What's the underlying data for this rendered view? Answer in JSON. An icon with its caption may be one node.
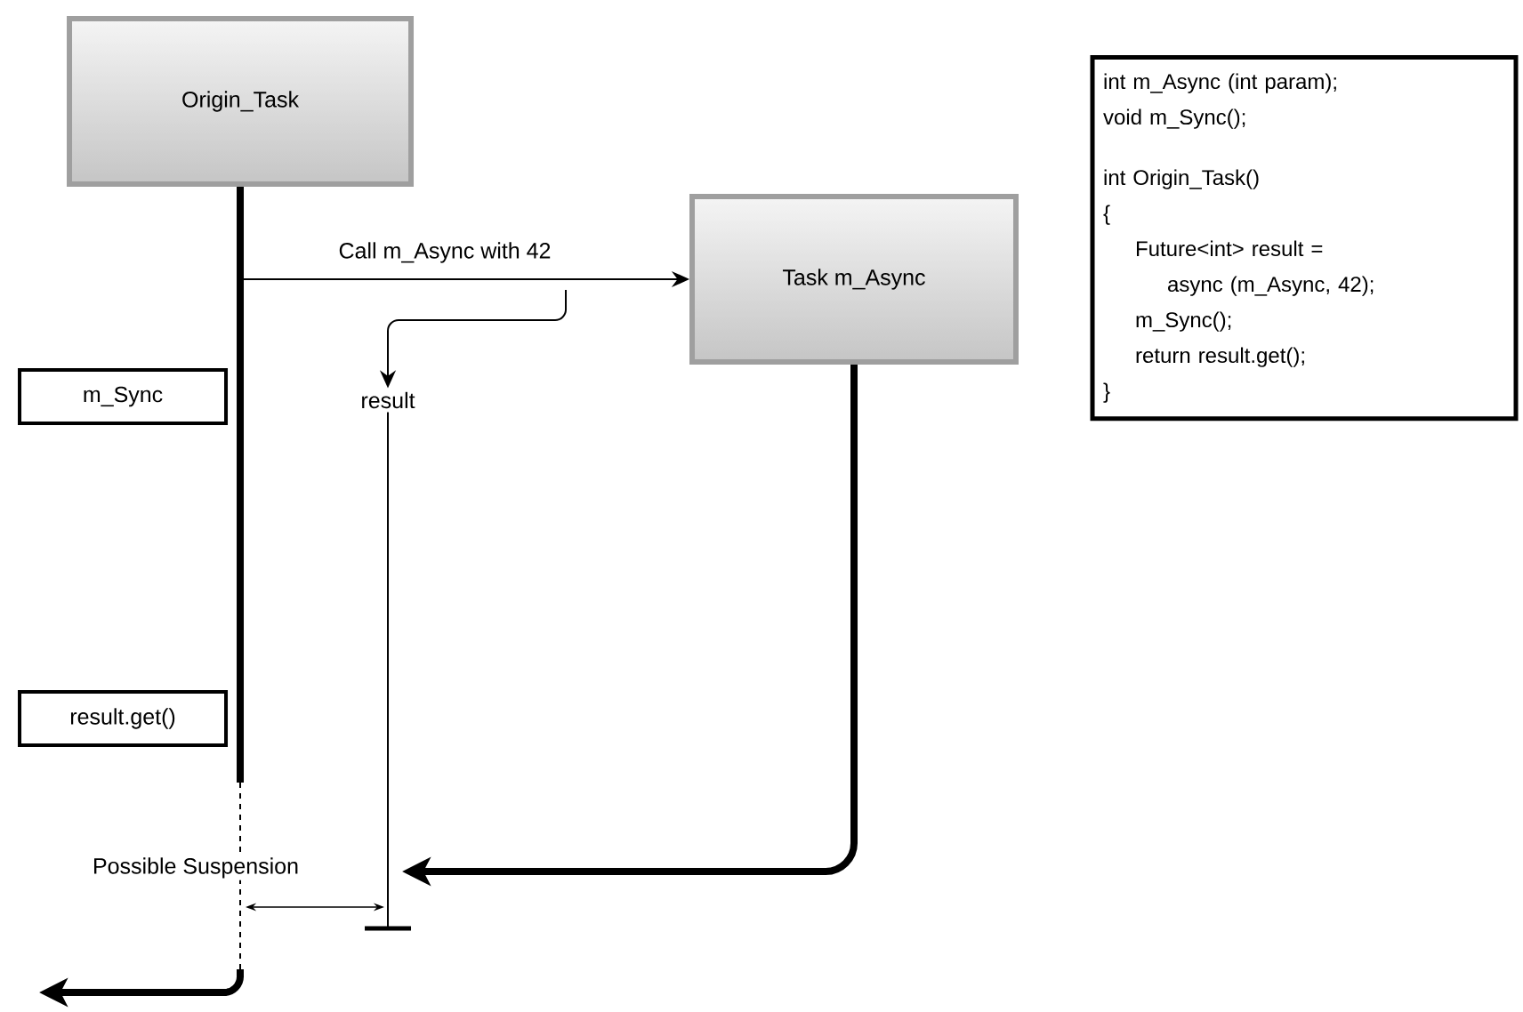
{
  "diagram": {
    "nodes": [
      {
        "text": [
          "Origin_Task"
        ]
      },
      {
        "text": [
          "Task m_Async"
        ]
      },
      {
        "text": [
          "m_Sync"
        ]
      },
      {
        "text": [
          "result.get()"
        ]
      },
      {
        "text": [
          "result"
        ]
      },
      {
        "text": [
          "int m_Async (int param);",
          "void m_Sync();",
          "int Origin_Task()",
          "{",
          "Future<int> result =",
          "async (m_Async, 42);",
          "m_Sync();",
          "return result.get();",
          "}"
        ]
      }
    ],
    "edges": [
      {
        "from": 0,
        "to": null,
        "arrow": "to",
        "style": "thick"
      },
      {
        "from": 0,
        "to": 1,
        "arrow": "to",
        "label": "Call m_Async with 42"
      },
      {
        "from": null,
        "to": 4,
        "arrow": "to"
      },
      {
        "from": 4,
        "to": null,
        "arrow": "none"
      },
      {
        "from": 1,
        "to": null,
        "arrow": "to",
        "style": "thick"
      }
    ],
    "labels": [
      "Possible Suspension"
    ]
  }
}
